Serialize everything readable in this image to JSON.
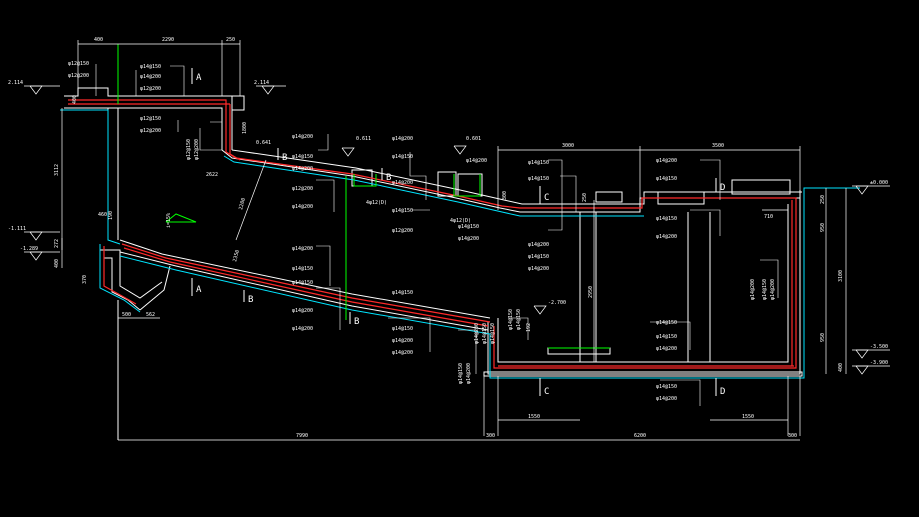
{
  "colors": {
    "background": "#000000",
    "concrete_outline": "#ffffff",
    "rebar_main": "#ff2a2a",
    "waterproof": "#00e5ff",
    "dimension": "#ffffff",
    "section_line": "#00ff00",
    "leader": "#ffffff"
  },
  "dims": {
    "top_400": "400",
    "top_2290": "2290",
    "top_250": "250",
    "top_3000": "3000",
    "top_3500": "3500",
    "bottom_500": "500",
    "bottom_562": "562",
    "bottom_7990": "7990",
    "bottom_300a": "300",
    "bottom_6200": "6200",
    "bottom_300b": "300",
    "bottom_1550a": "1550",
    "bottom_1550b": "1550",
    "left_3112": "3112",
    "left_272": "272",
    "left_400a": "400",
    "left_400b": "400",
    "mid_1800": "1800",
    "mid_2200": "2200",
    "mid_2950": "2950",
    "mid_2350": "2350",
    "mid_300": "300",
    "mid_250": "250",
    "right_950a": "950",
    "right_3100": "3100",
    "right_950b": "950",
    "right_400": "400",
    "right_250": "250",
    "right_710": "710",
    "small_2622": "2622",
    "small_190": "190",
    "small_370": "370",
    "small_460": "460",
    "small_192": "192"
  },
  "levels": {
    "top_left": "2.114",
    "top_mid": "2.114",
    "l0641": "0.641",
    "l0611": "0.611",
    "l0601": "0.601",
    "left_minus": "-1.111",
    "left_minus2": "-1.289",
    "plus_zero": "±0.000",
    "minus_2700": "-2.700",
    "minus_3500": "-3.500",
    "minus_3900": "-3.900"
  },
  "sections": {
    "a_top": "A",
    "a_bottom": "A",
    "b1": "B",
    "b2": "B",
    "b3": "B",
    "b4": "B",
    "c_top": "C",
    "c_bottom": "C",
    "d_top": "D",
    "d_bottom": "D"
  },
  "rebar": {
    "tl1": "φ12@150",
    "tl2": "φ12@200",
    "tm1": "φ14@150",
    "tm2": "φ14@200",
    "tm3": "φ12@200",
    "tm4": "φ12@150",
    "tm5": "φ12@200",
    "v1": "φ12@150",
    "v2": "φ12@200",
    "s1": "φ14@200",
    "s2": "φ14@150",
    "s3": "φ14@200",
    "s4": "φ12@200",
    "s5": "φ14@200",
    "s6": "φ14@200",
    "c1": "φ14@200",
    "c2": "φ14@150",
    "c3": "φ14@200",
    "c4": "φ12@200",
    "c5": "4φ12(D)",
    "c6": "φ14@150",
    "c7": "φ14@150",
    "c8": "φ14@200",
    "c9": "4φ12(D)",
    "c10": "φ14@200",
    "sr1": "φ14@150",
    "sr2": "φ14@150",
    "sr3": "φ14@200",
    "sr4": "φ14@150",
    "sr5": "φ14@200",
    "ls1": "φ14@150",
    "ls2": "φ14@150",
    "ls3": "φ14@200",
    "ls4": "φ14@200",
    "ls5": "φ14@150",
    "ls6": "φ14@150",
    "ls7": "φ14@200",
    "ls8": "φ14@200",
    "pc1": "φ14@200",
    "pc2": "φ14@150",
    "pc3": "φ14@150",
    "pc4": "φ14@200",
    "pc5": "φ14@150",
    "pc6": "φ14@150",
    "pc7": "φ14@200",
    "pc8": "φ14@150",
    "pc9": "φ14@150",
    "pc10": "φ14@200",
    "pc11": "φ14@200",
    "pc12": "φ14@200",
    "wb1": "φ14@150",
    "wb2": "φ14@200",
    "bot1": "φ14@150",
    "bot2": "φ14@150",
    "bot3": "φ14@200",
    "bot4": "φ14@150",
    "bot5": "φ14@150",
    "slope_pct": "i=15%"
  }
}
